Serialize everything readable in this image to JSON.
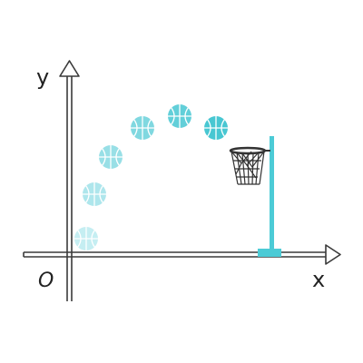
{
  "labels": {
    "y_axis": "y",
    "x_axis": "x",
    "origin": "O"
  },
  "colors": {
    "axis_stroke": "#3a3a3a",
    "pole": "#4ccbd6",
    "net": "#333333",
    "ball_lines": "#ffffff"
  },
  "trajectory": {
    "ball_count": 6,
    "ball_colors": [
      "#c5eef2",
      "#aee6ec",
      "#98dfe6",
      "#80d8e0",
      "#62cfd9",
      "#48c7d2"
    ]
  },
  "hoop": {
    "icon": "basketball-hoop-icon"
  }
}
